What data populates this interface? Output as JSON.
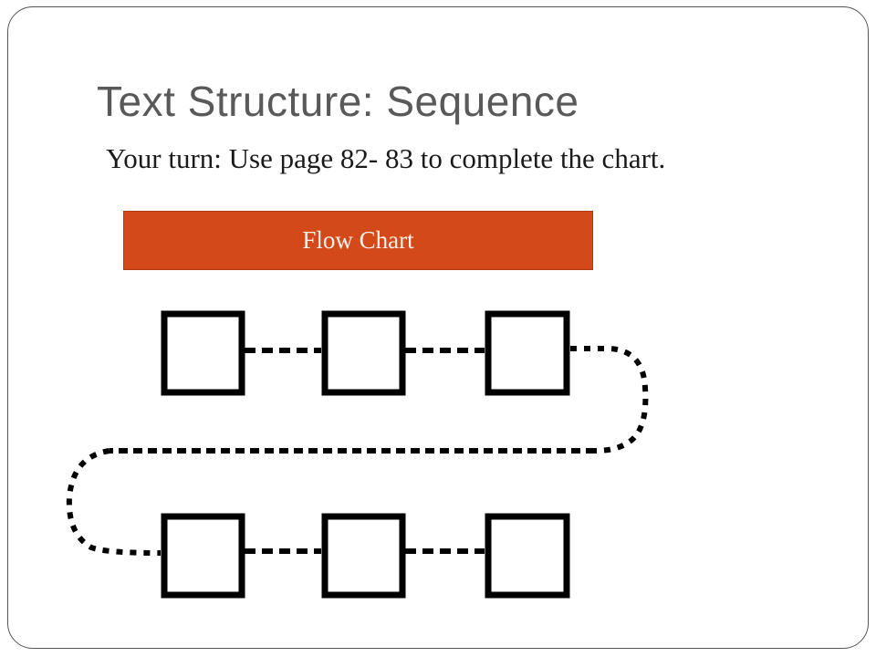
{
  "slide": {
    "title": "Text Structure:  Sequence",
    "body": "Your turn:  Use page 82- 83 to complete the chart.",
    "banner_label": "Flow Chart"
  },
  "colors": {
    "title_text": "#595959",
    "banner_fill": "#d4491a",
    "banner_text": "#fff1ea",
    "box_stroke": "#000000",
    "frame_stroke": "#555555"
  },
  "diagram": {
    "rows": [
      {
        "boxes": [
          "",
          "",
          ""
        ]
      },
      {
        "boxes": [
          "",
          "",
          ""
        ]
      }
    ],
    "connector_style": "dashed"
  }
}
